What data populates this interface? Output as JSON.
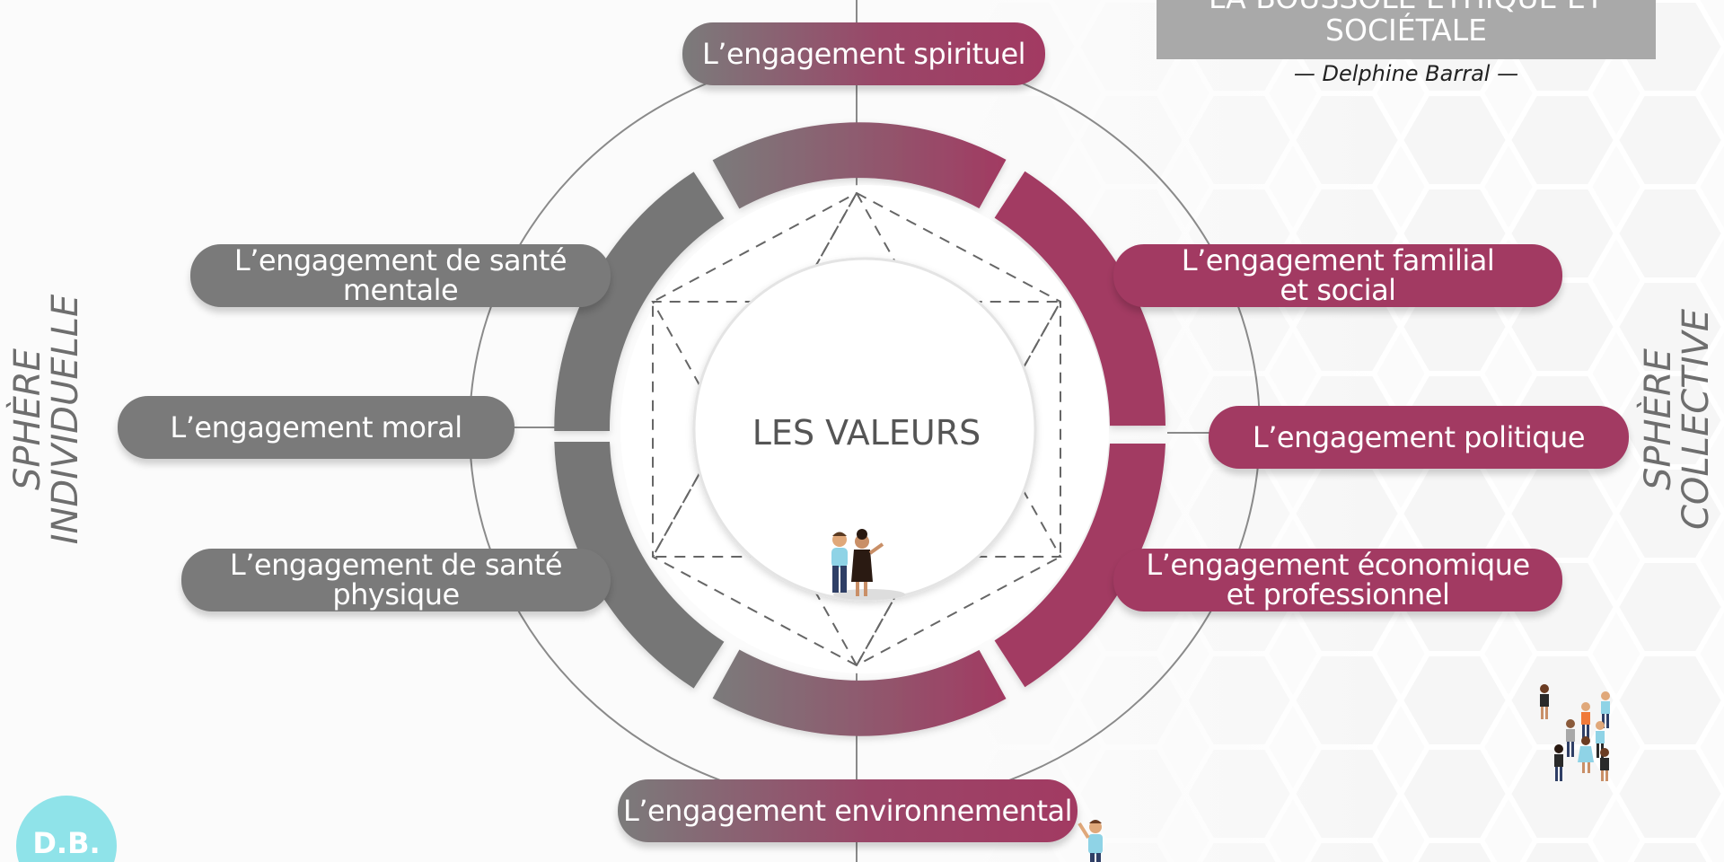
{
  "title": "LA BOUSSOLE ÉTHIQUE ET\nSOCIÉTALE",
  "author": "— Delphine Barral —",
  "center": "LES VALEURS",
  "sphere_left": "SPHÈRE\nINDIVIDUELLE",
  "sphere_right": "SPHÈRE\nCOLLECTIVE",
  "logo": "D.B.",
  "engagements": {
    "spirituel": "L’engagement spirituel",
    "sante_mentale": "L’engagement de santé\nmentale",
    "moral": "L’engagement moral",
    "sante_physique": "L’engagement de santé\nphysique",
    "familial": "L’engagement familial\net social",
    "politique": "L’engagement politique",
    "economique": "L’engagement économique\net professionnel",
    "environnemental": "L’engagement environnemental"
  },
  "colors": {
    "individual": "#7a7a7a",
    "collective": "#a23a62",
    "title_bg": "#a9a9a9",
    "logo": "#8fe3e9"
  }
}
